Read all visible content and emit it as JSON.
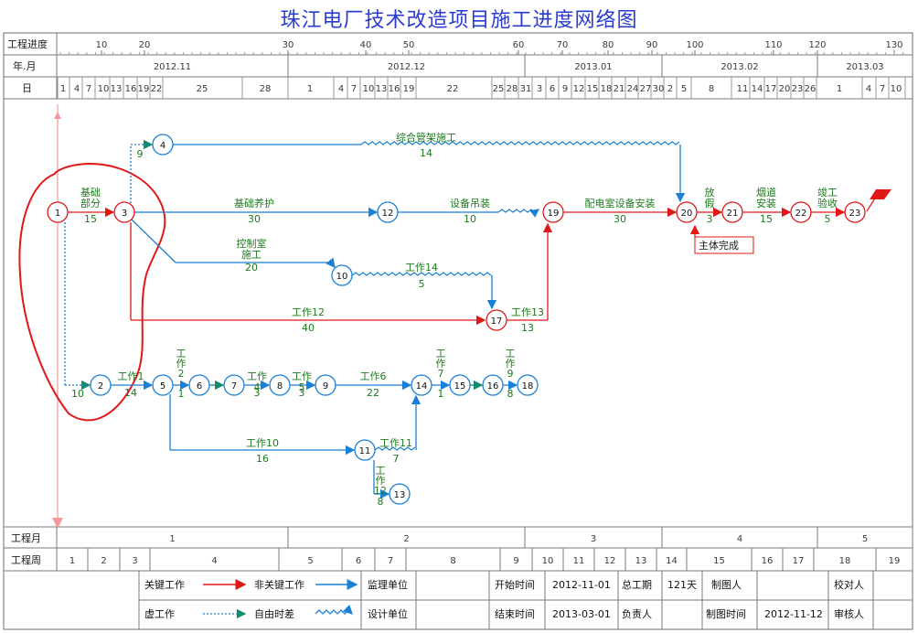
{
  "title": "珠江电厂技术改造项目施工进度网络图",
  "rows": {
    "progress": "工程进度",
    "month": "年.月",
    "day": "日",
    "eng_month": "工程月",
    "eng_week": "工程周"
  },
  "progress_ticks": [
    "10",
    "20",
    "30",
    "40",
    "50",
    "60",
    "70",
    "80",
    "90",
    "100",
    "110",
    "120",
    "130"
  ],
  "months": [
    "2012.11",
    "2012.12",
    "2013.01",
    "2013.02",
    "2013.03"
  ],
  "days": [
    "1",
    "4",
    "7",
    "10",
    "13",
    "16",
    "19",
    "22",
    "25",
    "28",
    "1",
    "4",
    "7",
    "10",
    "13",
    "16",
    "19",
    "22",
    "25",
    "28",
    "31",
    "3",
    "6",
    "9",
    "12",
    "15",
    "18",
    "21",
    "24",
    "27",
    "30",
    "2",
    "5",
    "8",
    "11",
    "14",
    "17",
    "20",
    "23",
    "26",
    "1",
    "4",
    "7",
    "10"
  ],
  "eng_months": [
    "1",
    "2",
    "3",
    "4",
    "5"
  ],
  "eng_weeks": [
    "1",
    "2",
    "3",
    "4",
    "5",
    "6",
    "7",
    "8",
    "9",
    "10",
    "11",
    "12",
    "13",
    "14",
    "15",
    "16",
    "17",
    "18",
    "19"
  ],
  "nodes": [
    "1",
    "2",
    "3",
    "4",
    "5",
    "6",
    "7",
    "8",
    "9",
    "10",
    "11",
    "12",
    "13",
    "14",
    "15",
    "16",
    "17",
    "18",
    "19",
    "20",
    "21",
    "22",
    "23"
  ],
  "tasks": {
    "t_1_3": {
      "name": "基础部分",
      "dur": "15"
    },
    "t_3_12": {
      "name": "基础养护",
      "dur": "30"
    },
    "t_12_19": {
      "name": "设备吊装",
      "dur": "10"
    },
    "t_19_20": {
      "name": "配电室设备安装",
      "dur": "30"
    },
    "t_20_21": {
      "name": "放假",
      "dur": "3"
    },
    "t_21_22": {
      "name": "烟道安装",
      "dur": "15"
    },
    "t_22_23": {
      "name": "竣工验收",
      "dur": "5"
    },
    "t_4_20": {
      "name": "综合管架施工",
      "dur": "14"
    },
    "t_3_4": {
      "dur": "9"
    },
    "t_3_10": {
      "name": "控制室施工",
      "dur": "20"
    },
    "t_10_17": {
      "name": "工作14",
      "dur": "5"
    },
    "t_3_17": {
      "name": "工作12",
      "dur": "40"
    },
    "t_17_19": {
      "name": "工作13",
      "dur": "13"
    },
    "t_1_2": {
      "dur": "10"
    },
    "t_2_5": {
      "name": "工作1",
      "dur": "14"
    },
    "t_5_6": {
      "name": "工作2",
      "dur": "1"
    },
    "t_7_8": {
      "name": "工作4",
      "dur": "3"
    },
    "t_8_9": {
      "name": "工作5",
      "dur": "3"
    },
    "t_9_14": {
      "name": "工作6",
      "dur": "22"
    },
    "t_14_15": {
      "name": "工作7",
      "dur": "1"
    },
    "t_16_18": {
      "name": "工作9",
      "dur": "8"
    },
    "t_5_11": {
      "name": "工作10",
      "dur": "16"
    },
    "t_11_14": {
      "name": "工作11",
      "dur": "7"
    },
    "t_11_13": {
      "name": "工作12",
      "dur": "8"
    }
  },
  "milestone": "主体完成",
  "legend": {
    "critical": "关键工作",
    "noncritical": "非关键工作",
    "dummy": "虚工作",
    "free_float": "自由时差",
    "supervisor": "监理单位",
    "designer": "设计单位",
    "start_label": "开始时间",
    "start_value": "2012-11-01",
    "end_label": "结束时间",
    "end_value": "2013-03-01",
    "duration_label": "总工期",
    "duration_value": "121天",
    "responsible": "负责人",
    "drawer": "制图人",
    "draw_time_label": "制图时间",
    "draw_time_value": "2012-11-12",
    "checker": "校对人",
    "reviewer": "审核人"
  },
  "colors": {
    "critical": "#e01818",
    "noncritical": "#1a7fd6",
    "free": "#138a74",
    "text": "#1c7a1c",
    "title": "#2a3ccf"
  }
}
